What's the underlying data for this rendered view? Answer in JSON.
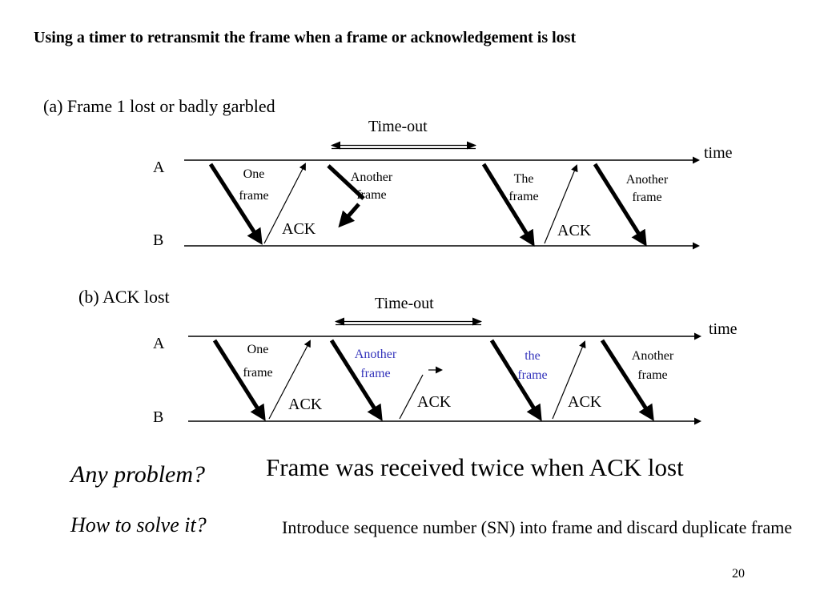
{
  "title": "Using a timer to retransmit the frame when a frame or acknowledgement  is lost",
  "page_number": "20",
  "panel_a": {
    "label": "(a)  Frame 1 lost or badly garbled",
    "timeout": "Time-out",
    "time": "time",
    "a": "A",
    "b": "B",
    "frame1_line1": "One",
    "frame1_line2": "frame",
    "frame2_line1": "Another",
    "frame2_line2": "frame",
    "frame3_line1": "The",
    "frame3_line2": "frame",
    "frame4_line1": "Another",
    "frame4_line2": "frame",
    "ack1": "ACK",
    "ack2": "ACK"
  },
  "panel_b": {
    "label": "(b)  ACK lost",
    "timeout": "Time-out",
    "time": "time",
    "a": "A",
    "b": "B",
    "frame1_line1": "One",
    "frame1_line2": "frame",
    "frame2_line1": "Another",
    "frame2_line2": "frame",
    "frame3_line1": "the",
    "frame3_line2": "frame",
    "frame4_line1": "Another",
    "frame4_line2": "frame",
    "ack1": "ACK",
    "ack2": "ACK",
    "ack3": "ACK"
  },
  "colors": {
    "highlight": "#3333bb"
  },
  "question1": "Any problem?",
  "answer1": "Frame was received twice when ACK lost",
  "question2": "How to solve it?",
  "answer2": "Introduce sequence number (SN) into frame and discard duplicate frame"
}
